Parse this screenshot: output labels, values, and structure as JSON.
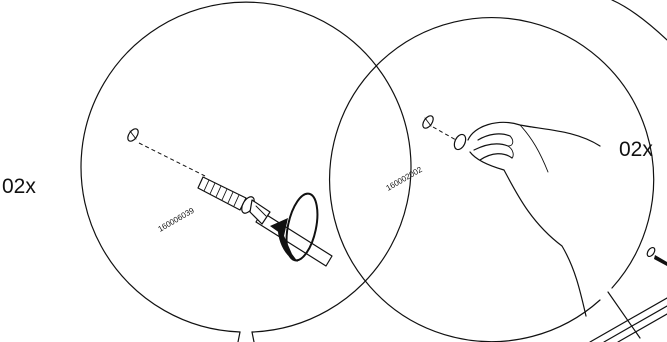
{
  "callouts": [
    {
      "quantity": "02x",
      "part_code": "160006039"
    },
    {
      "quantity": "02x",
      "part_code": "160002002"
    }
  ]
}
